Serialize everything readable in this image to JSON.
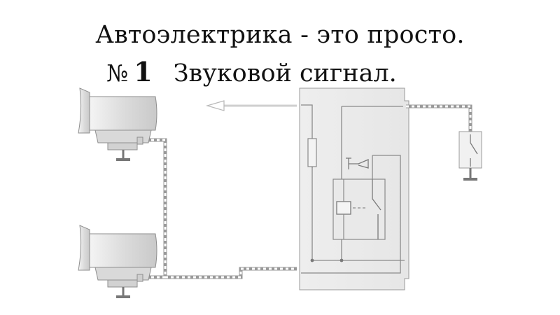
{
  "title": {
    "line1": "Автоэлектрика - это просто.",
    "number_sign": "№",
    "number": "1",
    "subtitle": "Звуковой сигнал."
  },
  "diagram": {
    "components": [
      "horn-upper",
      "horn-lower",
      "fuse-relay-box",
      "fuse",
      "relay",
      "horn-symbol",
      "horn-switch"
    ],
    "colors": {
      "panel_fill": "#ececec",
      "panel_stroke": "#9a9a9a",
      "wire": "#999999",
      "wire_stripe": "#ffffff",
      "arrow": "#c8c8c8",
      "horn_fill": "#e2e2e2",
      "horn_stroke": "#8e8e8e"
    }
  }
}
